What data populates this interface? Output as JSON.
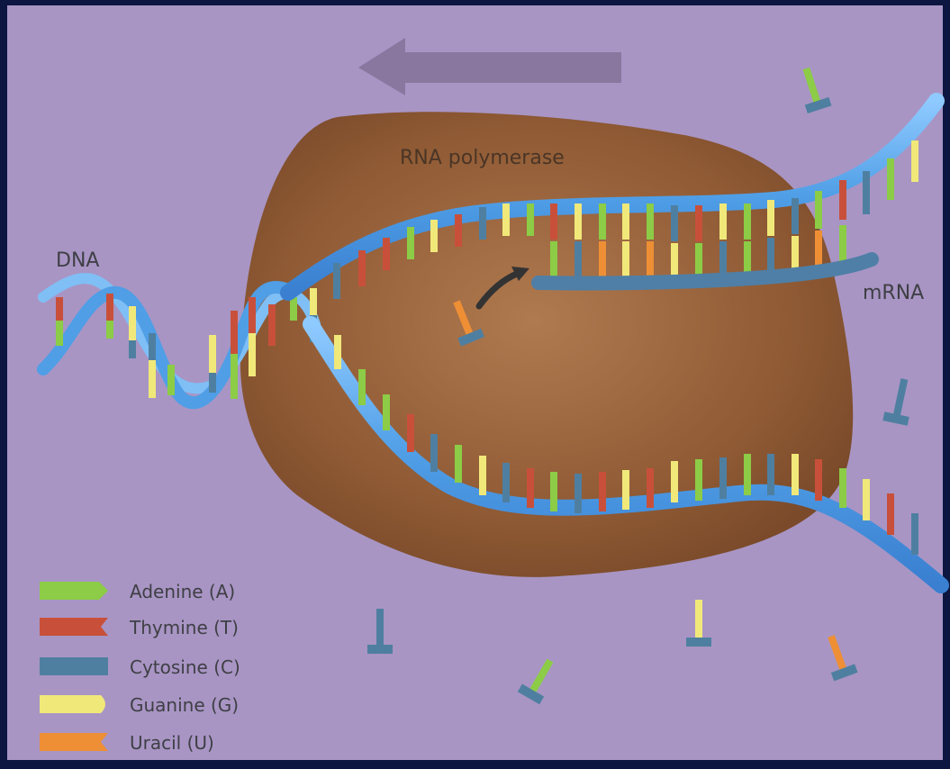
{
  "labels": {
    "dna": "DNA",
    "rna_polymerase": "RNA polymerase",
    "mrna": "mRNA"
  },
  "legend": [
    {
      "name": "Adenine (A)",
      "color": "#8ccc46",
      "shape": "arrow"
    },
    {
      "name": "Thymine (T)",
      "color": "#c8503a",
      "shape": "notch"
    },
    {
      "name": "Cytosine (C)",
      "color": "#4f7fa0",
      "shape": "square"
    },
    {
      "name": "Guanine (G)",
      "color": "#f1e87a",
      "shape": "round"
    },
    {
      "name": "Uracil (U)",
      "color": "#ee8f36",
      "shape": "notch"
    }
  ],
  "colors": {
    "background": "#a895c4",
    "frame": "#0c1640",
    "polymerase": "#8f5a34",
    "dna_strand": "#5aa6ea",
    "mrna_strand": "#4f7fa6",
    "direction_arrow": "#8a779f",
    "curved_arrow": "#333333"
  }
}
